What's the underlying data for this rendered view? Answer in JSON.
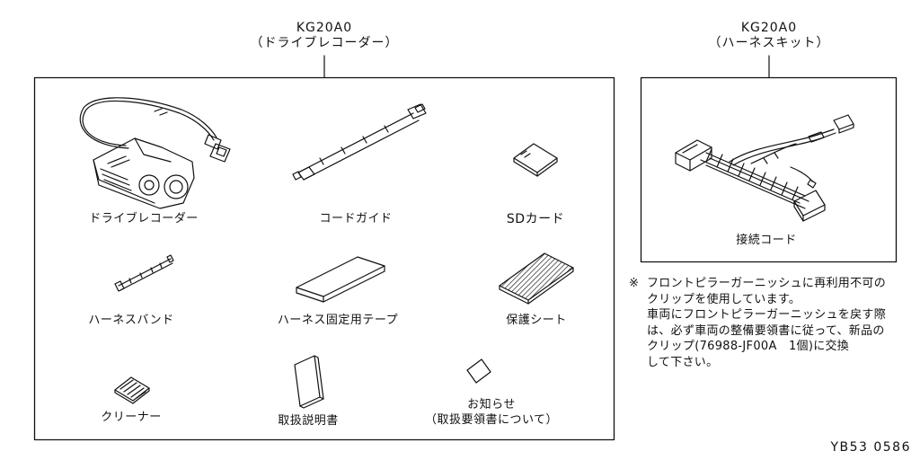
{
  "left_group": {
    "part_no": "KG20A0",
    "name": "（ドライブレコーダー）"
  },
  "right_group": {
    "part_no": "KG20A0",
    "name": "（ハーネスキット）"
  },
  "items": {
    "drive_recorder": "ドライブレコーダー",
    "cord_guide": "コードガイド",
    "sd_card": "SDカード",
    "harness_band": "ハーネスバンド",
    "harness_tape": "ハーネス固定用テープ",
    "protect_sheet": "保護シート",
    "cleaner": "クリーナー",
    "manual": "取扱説明書",
    "notice_line1": "お知らせ",
    "notice_line2": "（取扱要領書について）",
    "connection_cord": "接続コード"
  },
  "note": {
    "mark": "※",
    "line1": "フロントピラーガーニッシュに再利用不可の",
    "line2": "クリップを使用しています。",
    "line3": "車両にフロントピラーガーニッシュを戻す際",
    "line4": "は、必ず車両の整備要領書に従って、新品の",
    "line5": "クリップ(76988-JF00A　1個)に交換",
    "line6": "して下さい。"
  },
  "figure_code": "YB53 0586"
}
